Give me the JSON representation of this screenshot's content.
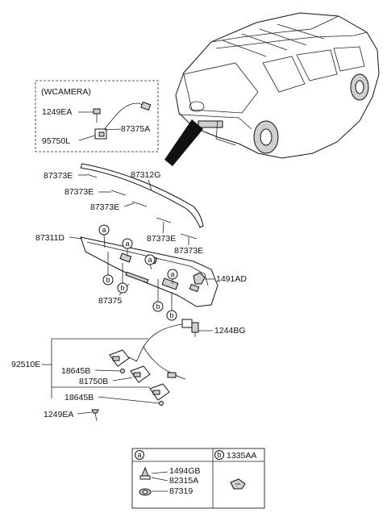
{
  "camera_group": {
    "title": "(WCAMERA)",
    "parts": [
      "1249EA",
      "87375A",
      "95750L"
    ]
  },
  "spoiler_parts": {
    "p87312G": "87312G",
    "p87373E": "87373E"
  },
  "garnish_parts": {
    "p87311D": "87311D",
    "p1491AD": "1491AD",
    "p87375": "87375",
    "p1244BG": "1244BG"
  },
  "lamp_parts": {
    "p92510E": "92510E",
    "p18645B": "18645B",
    "p81750B": "81750B",
    "p1249EA": "1249EA"
  },
  "callouts": {
    "a": "a",
    "b": "b"
  },
  "legend": {
    "a_label": "a",
    "b_label": "b",
    "b_part": "1335AA",
    "a_parts": [
      "1494GB",
      "82315A",
      "87319"
    ]
  }
}
